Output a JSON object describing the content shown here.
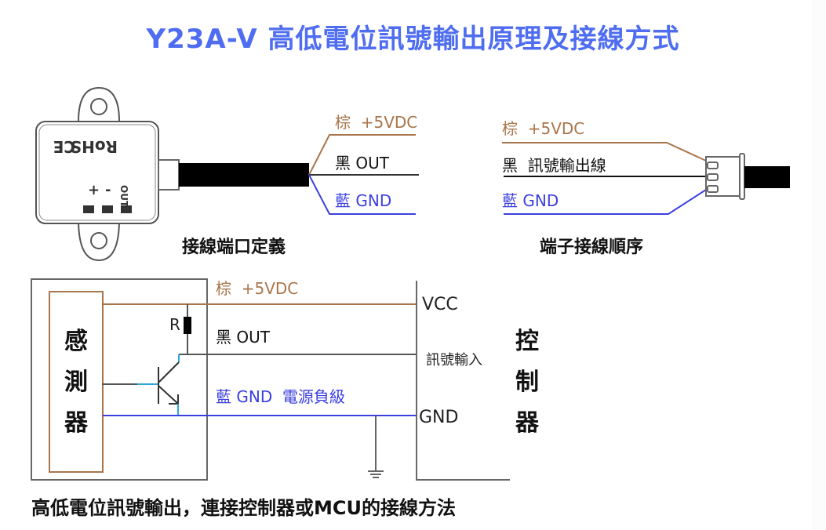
{
  "title": "Y23A-V 高低電位訊號輸出原理及接線方式",
  "colors": {
    "title": "#4f6df0",
    "brown_wire": "#a9754a",
    "black_wire": "#222222",
    "blue_wire": "#3b3fe0",
    "cyan_wire": "#2aa8d8"
  },
  "module": {
    "marks": [
      "RoHS",
      "CE"
    ],
    "pins": [
      "+",
      "-",
      "OUT"
    ],
    "wires": [
      {
        "color_name": "棕",
        "label": "+5VDC"
      },
      {
        "color_name": "黑",
        "label": "OUT"
      },
      {
        "color_name": "藍",
        "label": "GND"
      }
    ],
    "caption": "接線端口定義"
  },
  "connector": {
    "wires": [
      {
        "color_name": "棕",
        "label": "+5VDC"
      },
      {
        "color_name": "黑",
        "label": "訊號輸出線"
      },
      {
        "color_name": "藍",
        "label": "GND"
      }
    ],
    "caption": "端子接線順序"
  },
  "schematic": {
    "sensor_label": "感測器",
    "sensor_chars": [
      "感",
      "測",
      "器"
    ],
    "resistor_label": "R",
    "wires": [
      {
        "color_name": "棕",
        "label": "+5VDC"
      },
      {
        "color_name": "黑",
        "label": "OUT"
      },
      {
        "color_name": "藍",
        "label": "GND",
        "note": "電源負級"
      }
    ],
    "controller_pins": [
      "VCC",
      "訊號輸入",
      "GND"
    ],
    "controller_chars": [
      "控",
      "制",
      "器"
    ]
  },
  "footer": "高低電位訊號輸出，連接控制器或MCU的接線方法"
}
